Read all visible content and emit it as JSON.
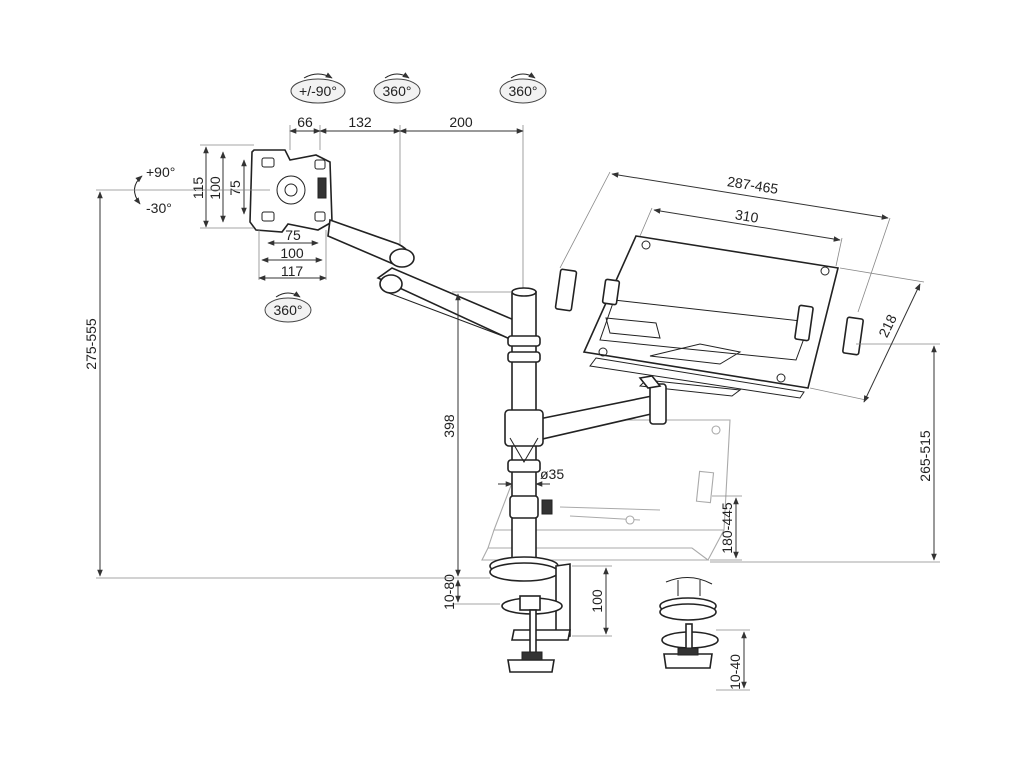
{
  "rotation": {
    "tilt": "+/-90°",
    "swivel_1": "360°",
    "swivel_2": "360°",
    "swivel_bottom": "360°",
    "tilt_up": "+90°",
    "tilt_down": "-30°"
  },
  "arm_dimensions": {
    "d66": "66",
    "d132": "132",
    "d200": "200"
  },
  "vesa": {
    "h115": "115",
    "h100": "100",
    "h75": "75",
    "w75": "75",
    "w100": "100",
    "w117": "117"
  },
  "laptop_tray": {
    "width_range": "287-465",
    "width": "310",
    "depth": "218"
  },
  "heights": {
    "overall": "275-555",
    "pole": "398",
    "tray": "265-515",
    "lower_tray": "180-445",
    "pole_diameter": "ø35",
    "clamp_range": "10-80",
    "clamp_depth": "100",
    "grommet_range": "10-40"
  },
  "colors": {
    "line": "#222222",
    "dimension": "#333333",
    "ghost": "#aaaaaa"
  }
}
